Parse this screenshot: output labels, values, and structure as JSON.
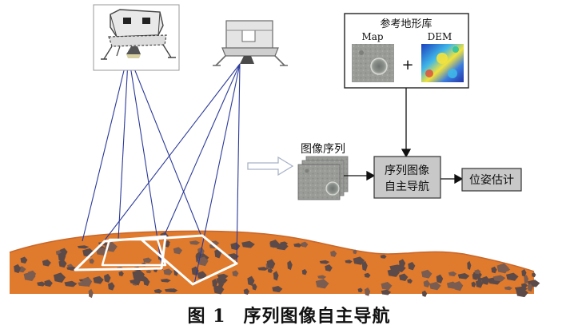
{
  "diagram": {
    "reference_db_title": "参考地形库",
    "map_label": "Map",
    "dem_label": "DEM",
    "plus_sign": "+",
    "image_sequence_label": "图像序列",
    "nav_box_line1": "序列图像",
    "nav_box_line2": "自主导航",
    "pose_box_label": "位姿估计"
  },
  "caption": {
    "figure_number": "图 1",
    "title": "序列图像自主导航"
  },
  "colors": {
    "ground_orange": "#e07a2c",
    "rock_brown": "#5c4a48",
    "ray_blue": "#2b3a9a",
    "box_gray": "#c8c8c8"
  }
}
